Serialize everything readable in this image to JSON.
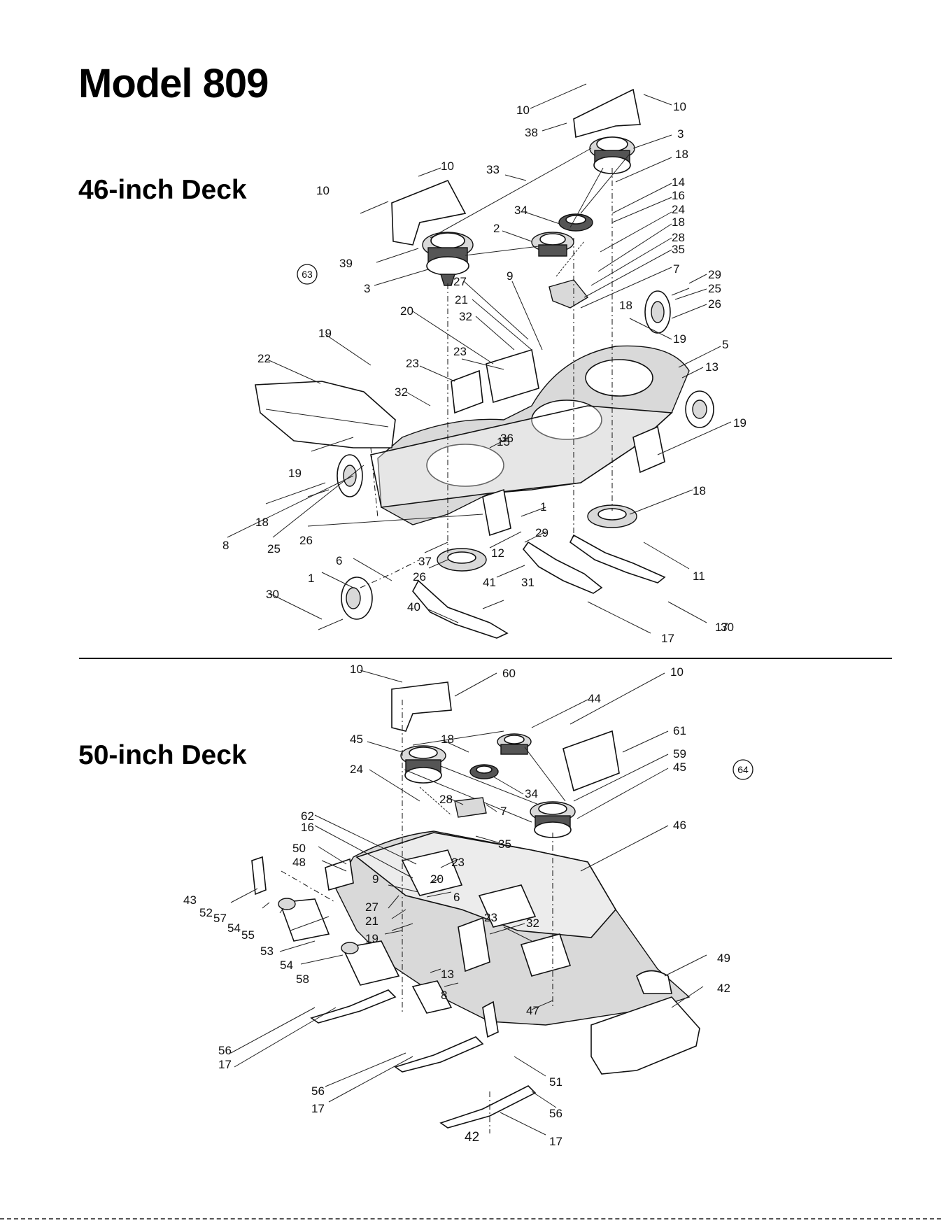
{
  "page": {
    "title": "Model 809",
    "number": "42"
  },
  "deck46": {
    "heading": "46-inch Deck",
    "ref": "63",
    "labels": [
      "10",
      "10",
      "38",
      "3",
      "18",
      "33",
      "10",
      "10",
      "14",
      "16",
      "24",
      "34",
      "18",
      "2",
      "28",
      "35",
      "39",
      "3",
      "27",
      "9",
      "7",
      "29",
      "21",
      "25",
      "26",
      "18",
      "20",
      "32",
      "19",
      "19",
      "5",
      "23",
      "13",
      "22",
      "23",
      "32",
      "19",
      "36",
      "15",
      "19",
      "18",
      "1",
      "18",
      "29",
      "8",
      "25",
      "26",
      "12",
      "6",
      "37",
      "26",
      "11",
      "1",
      "41",
      "31",
      "30",
      "40",
      "17",
      "17",
      "30"
    ]
  },
  "deck50": {
    "heading": "50-inch Deck",
    "ref": "64",
    "labels": [
      "10",
      "60",
      "10",
      "44",
      "61",
      "45",
      "18",
      "59",
      "24",
      "45",
      "34",
      "28",
      "62",
      "7",
      "46",
      "16",
      "35",
      "50",
      "48",
      "23",
      "20",
      "43",
      "9",
      "6",
      "52",
      "57",
      "27",
      "23",
      "54",
      "21",
      "32",
      "55",
      "19",
      "53",
      "49",
      "54",
      "13",
      "58",
      "8",
      "42",
      "47",
      "56",
      "17",
      "51",
      "56",
      "17",
      "56",
      "17"
    ]
  }
}
